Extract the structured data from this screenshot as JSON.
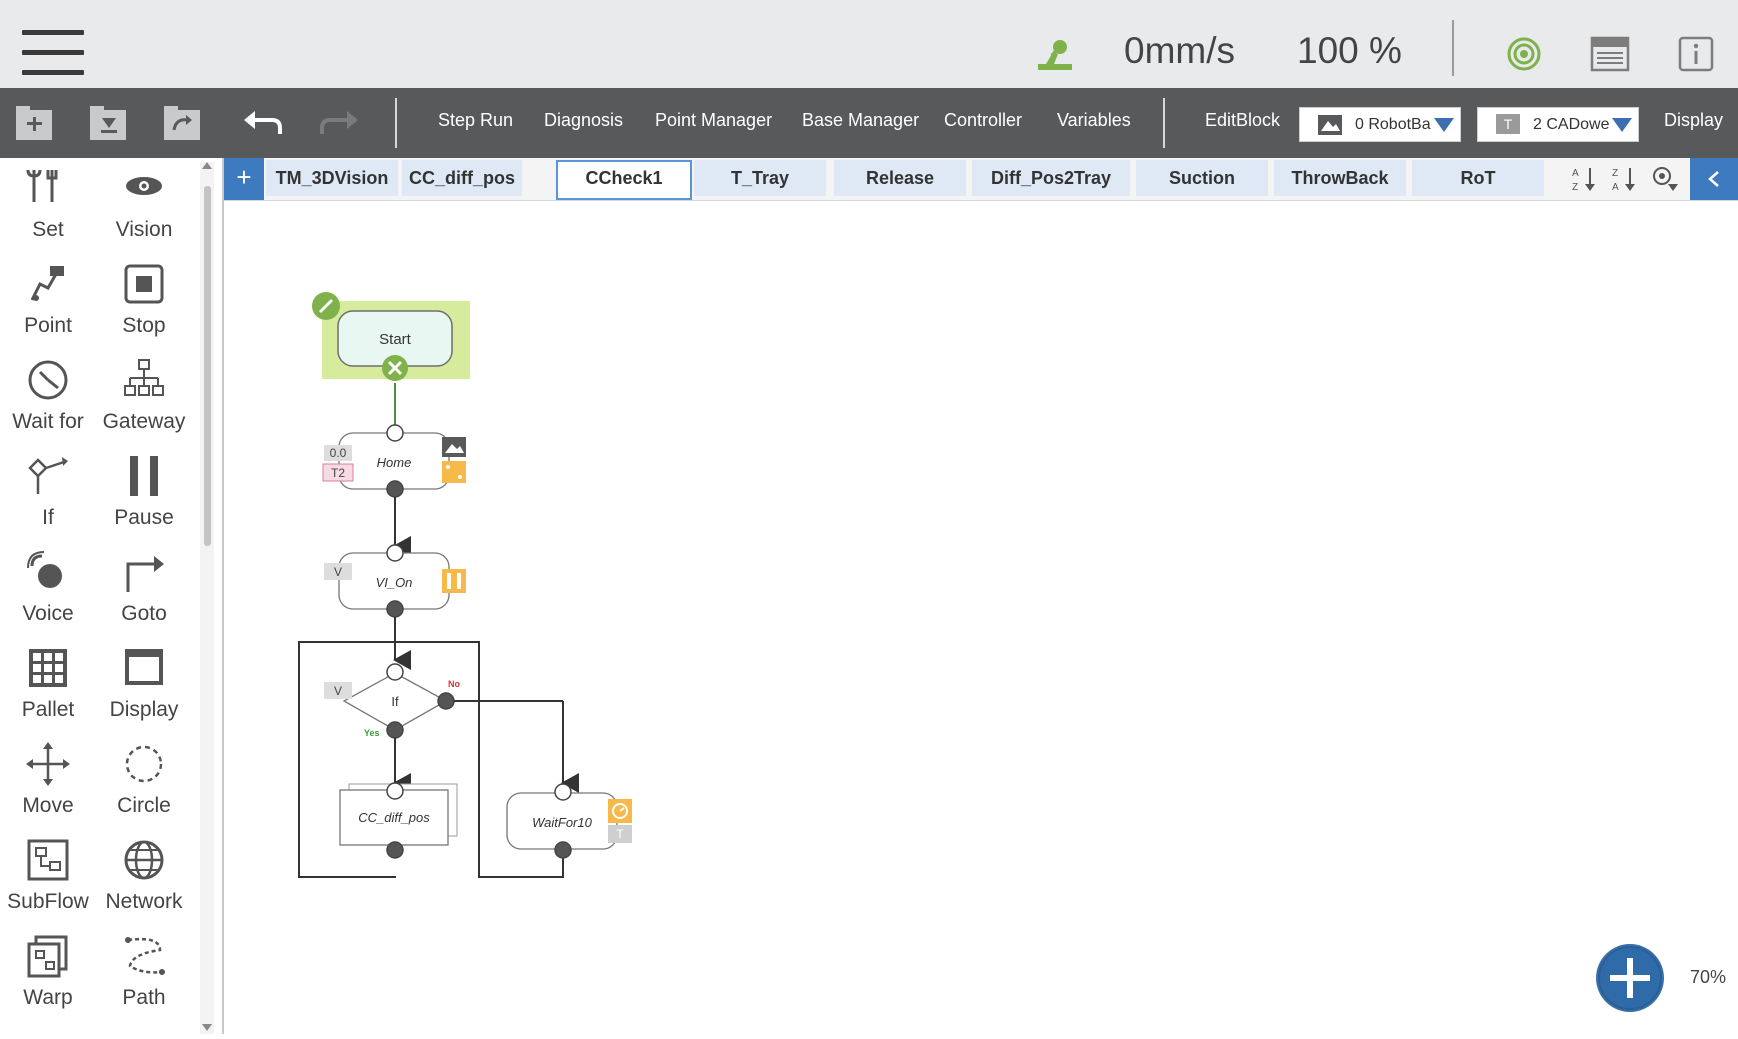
{
  "status": {
    "speed": "0mm/s",
    "percent": "100 %"
  },
  "toolbar": {
    "menu": [
      "Step Run",
      "Diagnosis",
      "Point Manager",
      "Base Manager",
      "Controller",
      "Variables"
    ],
    "editblock": "EditBlock",
    "base_dropdown": "0  RobotBa",
    "base_icon_text": "",
    "tool_dropdown": "2  CADowe",
    "tool_icon_text": "T",
    "display": "Display"
  },
  "palette": [
    {
      "label": "Set",
      "icon": "set-icon"
    },
    {
      "label": "Vision",
      "icon": "vision-icon"
    },
    {
      "label": "Point",
      "icon": "point-icon"
    },
    {
      "label": "Stop",
      "icon": "stop-icon"
    },
    {
      "label": "Wait for",
      "icon": "wait-for-icon"
    },
    {
      "label": "Gateway",
      "icon": "gateway-icon"
    },
    {
      "label": "If",
      "icon": "if-icon"
    },
    {
      "label": "Pause",
      "icon": "pause-icon"
    },
    {
      "label": "Voice",
      "icon": "voice-icon"
    },
    {
      "label": "Goto",
      "icon": "goto-icon"
    },
    {
      "label": "Pallet",
      "icon": "pallet-icon"
    },
    {
      "label": "Display",
      "icon": "display-icon"
    },
    {
      "label": "Move",
      "icon": "move-icon"
    },
    {
      "label": "Circle",
      "icon": "circle-icon"
    },
    {
      "label": "SubFlow",
      "icon": "subflow-icon"
    },
    {
      "label": "Network",
      "icon": "network-icon"
    },
    {
      "label": "Warp",
      "icon": "warp-icon"
    },
    {
      "label": "Path",
      "icon": "path-icon"
    }
  ],
  "tabs": [
    "TM_3DVision",
    "CC_diff_pos",
    "CCheck1",
    "T_Tray",
    "Release",
    "Diff_Pos2Tray",
    "Suction",
    "ThrowBack",
    "RoT"
  ],
  "active_tab": "CCheck1",
  "flow": {
    "start": "Start",
    "home": "Home",
    "home_speed": "0.0",
    "home_tag": "T2",
    "vi_on": "VI_On",
    "v_tag": "V",
    "if_label": "If",
    "if_tag": "V",
    "no_label": "No",
    "yes_label": "Yes",
    "cc_diff_pos": "CC_diff_pos",
    "waitfor": "WaitFor10",
    "wait_tag": "T"
  },
  "zoom": "70%",
  "colors": {
    "toolbar": "#58595b",
    "accent_blue": "#3d7ac0",
    "tab_bg": "#dfe9f6",
    "start_highlight": "#d6ec9c",
    "green": "#6aa84f",
    "orange": "#f6b94a"
  }
}
